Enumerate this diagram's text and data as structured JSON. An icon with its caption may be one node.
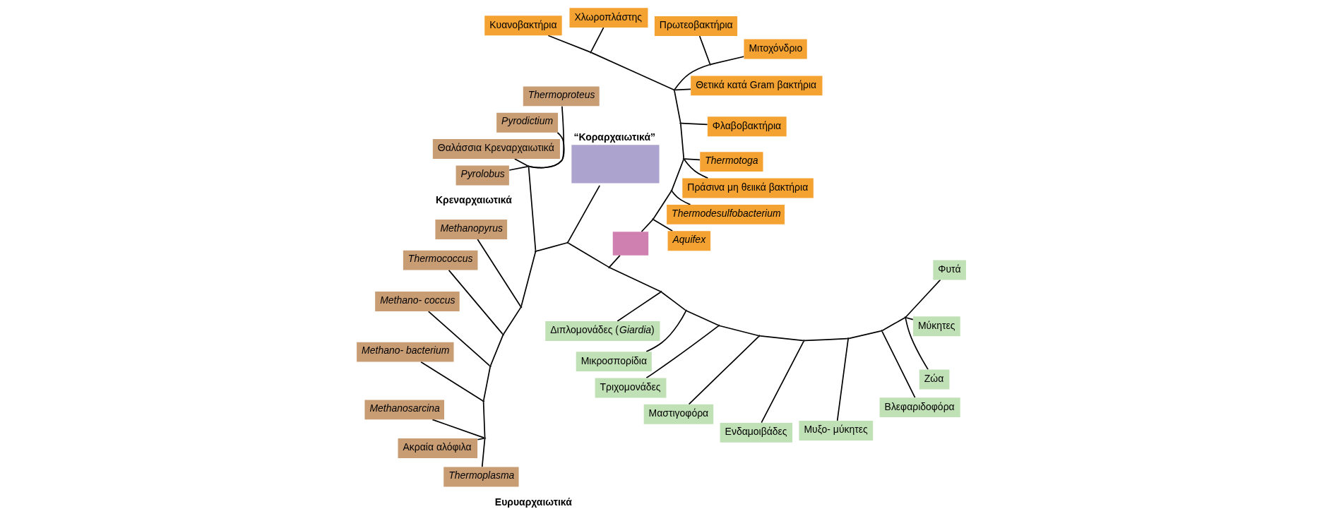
{
  "diagram": {
    "nodes": [
      {
        "text": [
          "Πράσινα μη θειικά βακτήρια"
        ]
      },
      {
        "text": [
          "Μιτοχόνδριο"
        ]
      },
      {
        "text": [
          "Θετικά κατά Gram βακτήρια"
        ]
      },
      {
        "text": [
          "Πρωτεοβακτήρια"
        ]
      },
      {
        "text": [
          "Χλωροπλάστης"
        ]
      },
      {
        "text": [
          "Κυανοβακτήρια"
        ]
      },
      {
        "text": [
          "Φλαβοβακτήρια"
        ]
      },
      {
        "text": [
          "Thermotoga"
        ]
      },
      {
        "text": [
          "Thermodesulfobacterium"
        ]
      },
      {
        "text": [
          "Aquifex"
        ]
      },
      {
        "text": [
          "Methanosarcina"
        ]
      },
      {
        "text": [
          "Methano- bacterium"
        ]
      },
      {
        "text": [
          "Ακραία αλόφιλα"
        ]
      },
      {
        "text": [
          "Thermoproteus"
        ]
      },
      {
        "text": [
          "Methano- coccus"
        ]
      },
      {
        "text": [
          "Pyrodictium"
        ]
      },
      {
        "text": [
          "Thermoplasma"
        ]
      },
      {
        "text": [
          "Thermococcus"
        ]
      },
      {
        "text": [
          "Θαλάσσια Κρεναρχαιωτικά"
        ]
      },
      {
        "text": [
          "Pyrolobus"
        ]
      },
      {
        "text": [
          "Methanopyrus"
        ]
      },
      {
        "text": [
          "“Κοραρχαιωτικά”"
        ]
      },
      {
        "text": [],
        "shape": "box"
      },
      {
        "text": [
          "Ενδαμοιβάδες"
        ]
      },
      {
        "text": [
          "Μυξο- μύκητες"
        ]
      },
      {
        "text": [
          "Ζώα"
        ]
      },
      {
        "text": [
          "Μύκητες"
        ]
      },
      {
        "text": [
          "Φυτά"
        ]
      },
      {
        "text": [
          "Βλεφαριδοφόρα"
        ]
      },
      {
        "text": [
          "Μαστιγοφόρα"
        ]
      },
      {
        "text": [
          "Τριχομονάδες"
        ]
      },
      {
        "text": [
          "Μικροσπορίδια"
        ]
      },
      {
        "text": [
          "Διπλομονάδες (*Giardia*)"
        ]
      },
      {
        "text": [],
        "shape": "point"
      },
      {
        "text": [],
        "shape": "point"
      },
      {
        "text": [],
        "shape": "point"
      },
      {
        "text": [],
        "shape": "point"
      },
      {
        "text": [],
        "shape": "point"
      },
      {
        "text": [],
        "shape": "point"
      },
      {
        "text": [],
        "shape": "point"
      },
      {
        "text": [],
        "shape": "point"
      },
      {
        "text": [],
        "shape": "point"
      },
      {
        "text": [],
        "shape": "point"
      },
      {
        "text": [],
        "shape": "point"
      },
      {
        "text": [],
        "shape": "point"
      },
      {
        "text": [],
        "shape": "point"
      },
      {
        "text": [],
        "shape": "point"
      },
      {
        "text": [],
        "shape": "point"
      },
      {
        "text": [],
        "shape": "point"
      },
      {
        "text": [],
        "shape": "point"
      },
      {
        "text": [],
        "shape": "point"
      },
      {
        "text": [],
        "shape": "point"
      },
      {
        "text": [],
        "shape": "point"
      },
      {
        "text": [],
        "shape": "point"
      },
      {
        "text": [],
        "shape": "point"
      },
      {
        "text": [],
        "shape": "point"
      },
      {
        "text": [],
        "shape": "point"
      }
    ],
    "edges": [
      {
        "from": 22,
        "to": 33,
        "arrow": "none"
      },
      {
        "from": 33,
        "to": 9,
        "arrow": "none"
      },
      {
        "from": 33,
        "to": 34,
        "arrow": "none"
      },
      {
        "from": 34,
        "to": 8,
        "arrow": "none"
      },
      {
        "from": 34,
        "to": 35,
        "arrow": "none"
      },
      {
        "from": 35,
        "to": 7,
        "arrow": "none"
      },
      {
        "from": 35,
        "to": 0,
        "arrow": "none"
      },
      {
        "from": 35,
        "to": 36,
        "arrow": "none"
      },
      {
        "from": 36,
        "to": 6,
        "arrow": "none"
      },
      {
        "from": 36,
        "to": 37,
        "arrow": "none"
      },
      {
        "from": 37,
        "to": 2,
        "arrow": "none"
      },
      {
        "from": 37,
        "to": 38,
        "arrow": "none"
      },
      {
        "from": 38,
        "to": 3,
        "arrow": "none"
      },
      {
        "from": 38,
        "to": 1,
        "arrow": "none"
      },
      {
        "from": 37,
        "to": 39,
        "arrow": "none"
      },
      {
        "from": 39,
        "to": 5,
        "arrow": "none"
      },
      {
        "from": 39,
        "to": 4,
        "arrow": "none"
      },
      {
        "from": 22,
        "to": 40,
        "arrow": "none"
      },
      {
        "from": 40,
        "to": 41,
        "arrow": "none"
      },
      {
        "from": 41,
        "to": 21,
        "arrow": "none"
      },
      {
        "from": 41,
        "to": 42,
        "arrow": "none"
      },
      {
        "from": 42,
        "to": 43,
        "arrow": "none"
      },
      {
        "from": 43,
        "to": 18,
        "arrow": "none"
      },
      {
        "from": 43,
        "to": 15,
        "arrow": "none"
      },
      {
        "from": 43,
        "to": 13,
        "arrow": "none"
      },
      {
        "from": 43,
        "to": 19,
        "arrow": "none"
      },
      {
        "from": 42,
        "to": 44,
        "arrow": "none"
      },
      {
        "from": 44,
        "to": 20,
        "arrow": "none"
      },
      {
        "from": 44,
        "to": 45,
        "arrow": "none"
      },
      {
        "from": 45,
        "to": 17,
        "arrow": "none"
      },
      {
        "from": 45,
        "to": 46,
        "arrow": "none"
      },
      {
        "from": 46,
        "to": 14,
        "arrow": "none"
      },
      {
        "from": 46,
        "to": 47,
        "arrow": "none"
      },
      {
        "from": 47,
        "to": 11,
        "arrow": "none"
      },
      {
        "from": 47,
        "to": 48,
        "arrow": "none"
      },
      {
        "from": 48,
        "to": 16,
        "arrow": "none"
      },
      {
        "from": 48,
        "to": 10,
        "arrow": "none"
      },
      {
        "from": 48,
        "to": 12,
        "arrow": "none"
      },
      {
        "from": 40,
        "to": 49,
        "arrow": "none"
      },
      {
        "from": 49,
        "to": 32,
        "arrow": "none"
      },
      {
        "from": 49,
        "to": 50,
        "arrow": "none"
      },
      {
        "from": 50,
        "to": 31,
        "arrow": "none"
      },
      {
        "from": 50,
        "to": 51,
        "arrow": "none"
      },
      {
        "from": 51,
        "to": 30,
        "arrow": "none"
      },
      {
        "from": 51,
        "to": 52,
        "arrow": "none"
      },
      {
        "from": 52,
        "to": 29,
        "arrow": "none"
      },
      {
        "from": 52,
        "to": 53,
        "arrow": "none"
      },
      {
        "from": 53,
        "to": 23,
        "arrow": "none"
      },
      {
        "from": 53,
        "to": 54,
        "arrow": "none"
      },
      {
        "from": 54,
        "to": 24,
        "arrow": "none"
      },
      {
        "from": 54,
        "to": 55,
        "arrow": "none"
      },
      {
        "from": 55,
        "to": 28,
        "arrow": "none"
      },
      {
        "from": 55,
        "to": 56,
        "arrow": "none"
      },
      {
        "from": 56,
        "to": 27,
        "arrow": "none"
      },
      {
        "from": 56,
        "to": 26,
        "arrow": "none"
      },
      {
        "from": 56,
        "to": 25,
        "arrow": "none"
      }
    ],
    "labels": [
      "Κρεναρχαιωτικά",
      "Ευρυαρχαιωτικά"
    ]
  }
}
